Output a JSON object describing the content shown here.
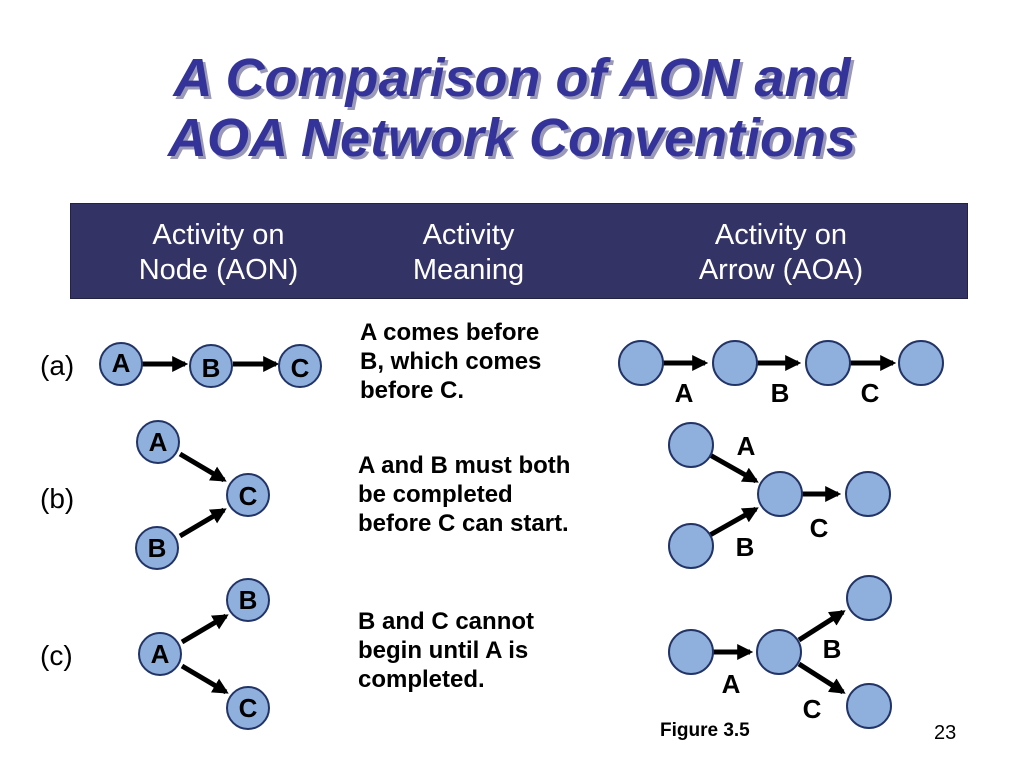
{
  "title_line1": "A Comparison of AON and",
  "title_line2": "AOA Network Conventions",
  "table_header": {
    "aon_line1": "Activity on",
    "aon_line2": "Node (AON)",
    "meaning_line1": "Activity",
    "meaning_line2": "Meaning",
    "aoa_line1": "Activity on",
    "aoa_line2": "Arrow (AOA)"
  },
  "rows": [
    {
      "label": "(a)",
      "meaning": [
        "A comes before",
        "B, which comes",
        "before C."
      ],
      "aon_nodes": [
        "A",
        "B",
        "C"
      ],
      "aoa_arrows": [
        "A",
        "B",
        "C"
      ]
    },
    {
      "label": "(b)",
      "meaning": [
        "A and B must both",
        "be completed",
        "before C can start."
      ],
      "aon_nodes": [
        "A",
        "C",
        "B"
      ],
      "aoa_arrows": [
        "A",
        "C",
        "B"
      ]
    },
    {
      "label": "(c)",
      "meaning": [
        "B and C cannot",
        "begin until A is",
        "completed."
      ],
      "aon_nodes": [
        "B",
        "A",
        "C"
      ],
      "aoa_arrows": [
        "B",
        "A",
        "C"
      ]
    }
  ],
  "figure_caption": "Figure 3.5",
  "page_number": "23",
  "colors": {
    "title": "#333399",
    "header_bg": "#333366",
    "node_fill": "#8fb0dd"
  }
}
